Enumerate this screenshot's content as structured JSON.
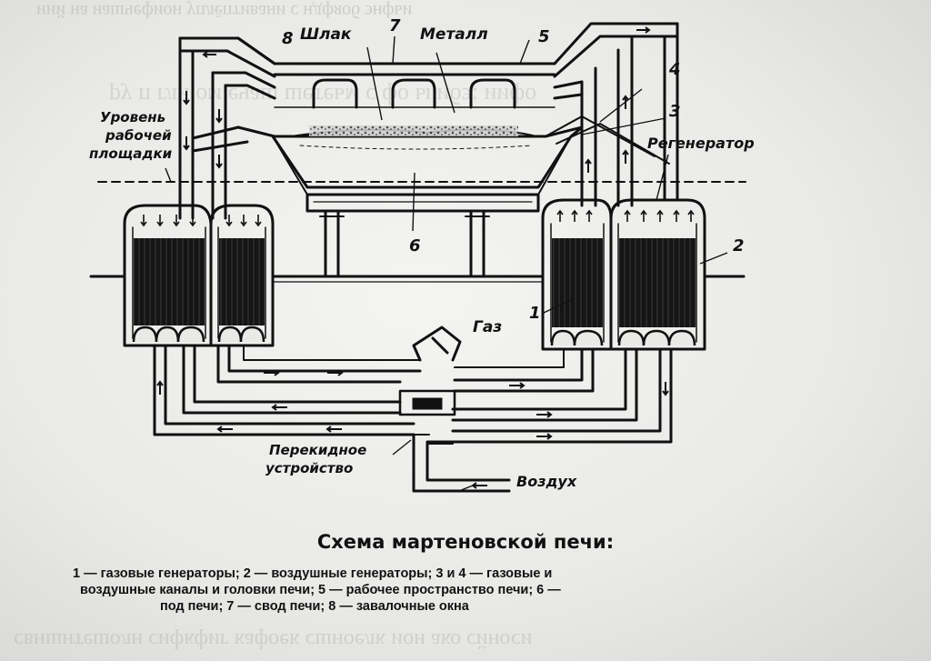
{
  "diagram": {
    "labels": {
      "num8": "8",
      "slag": "Шлак",
      "num7": "7",
      "metal": "Металл",
      "num5": "5",
      "num4": "4",
      "num3": "3",
      "regenerator": "Регенератор",
      "work_level_line1": "Уровень",
      "work_level_line2": "рабочей",
      "work_level_line3": "площадки",
      "num6": "6",
      "num2": "2",
      "num1": "1",
      "gas": "Газ",
      "switch_line1": "Перекидное",
      "switch_line2": "устройство",
      "air": "Воздух"
    }
  },
  "caption": {
    "title": "Схема мартеновской печи:",
    "legend_line1": "1 — газовые генераторы; 2 — воздушные генераторы; 3 и 4 — газовые и",
    "legend_line2": "воздушные каналы и головки печи; 5 — рабочее пространство печи; 6 —",
    "legend_line3": "под печи; 7 — свод печи; 8 — завалочные окна"
  }
}
